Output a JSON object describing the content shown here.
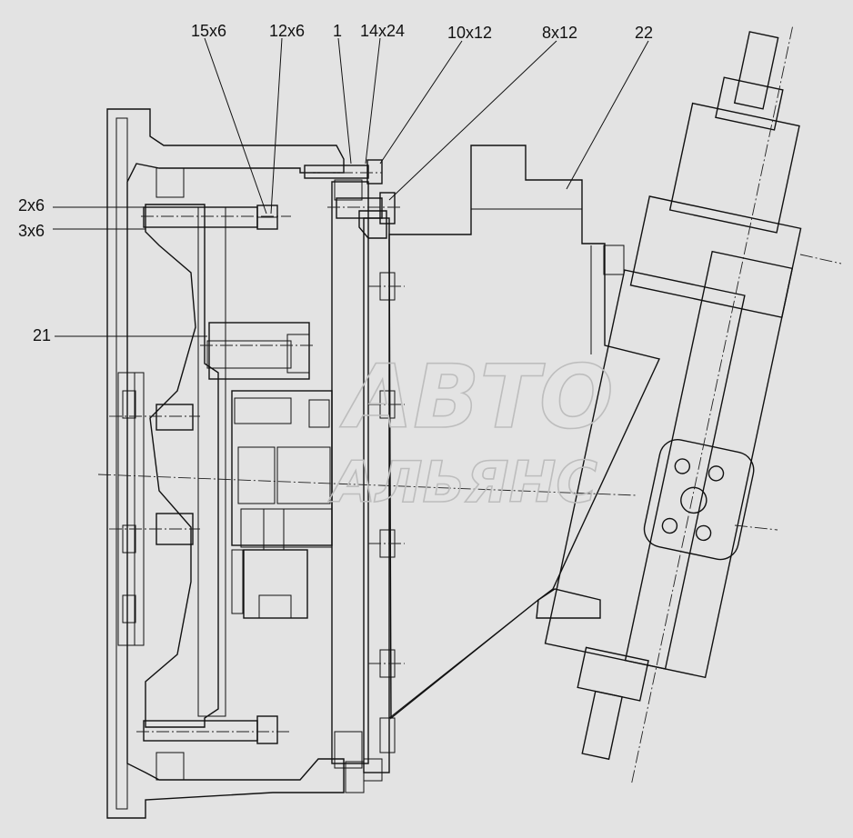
{
  "labels": {
    "l15x6": "15x6",
    "l12x6": "12x6",
    "l1": "1",
    "l14x24": "14x24",
    "l10x12": "10x12",
    "l8x12": "8x12",
    "l22": "22",
    "l2x6": "2x6",
    "l3x6": "3x6",
    "l21": "21"
  },
  "watermark": {
    "line1": "АВТО",
    "line2": "АЛЬЯНС"
  },
  "colors": {
    "background": "#e3e3e3",
    "lines": "#111111",
    "watermark": "#bdbdbd"
  }
}
